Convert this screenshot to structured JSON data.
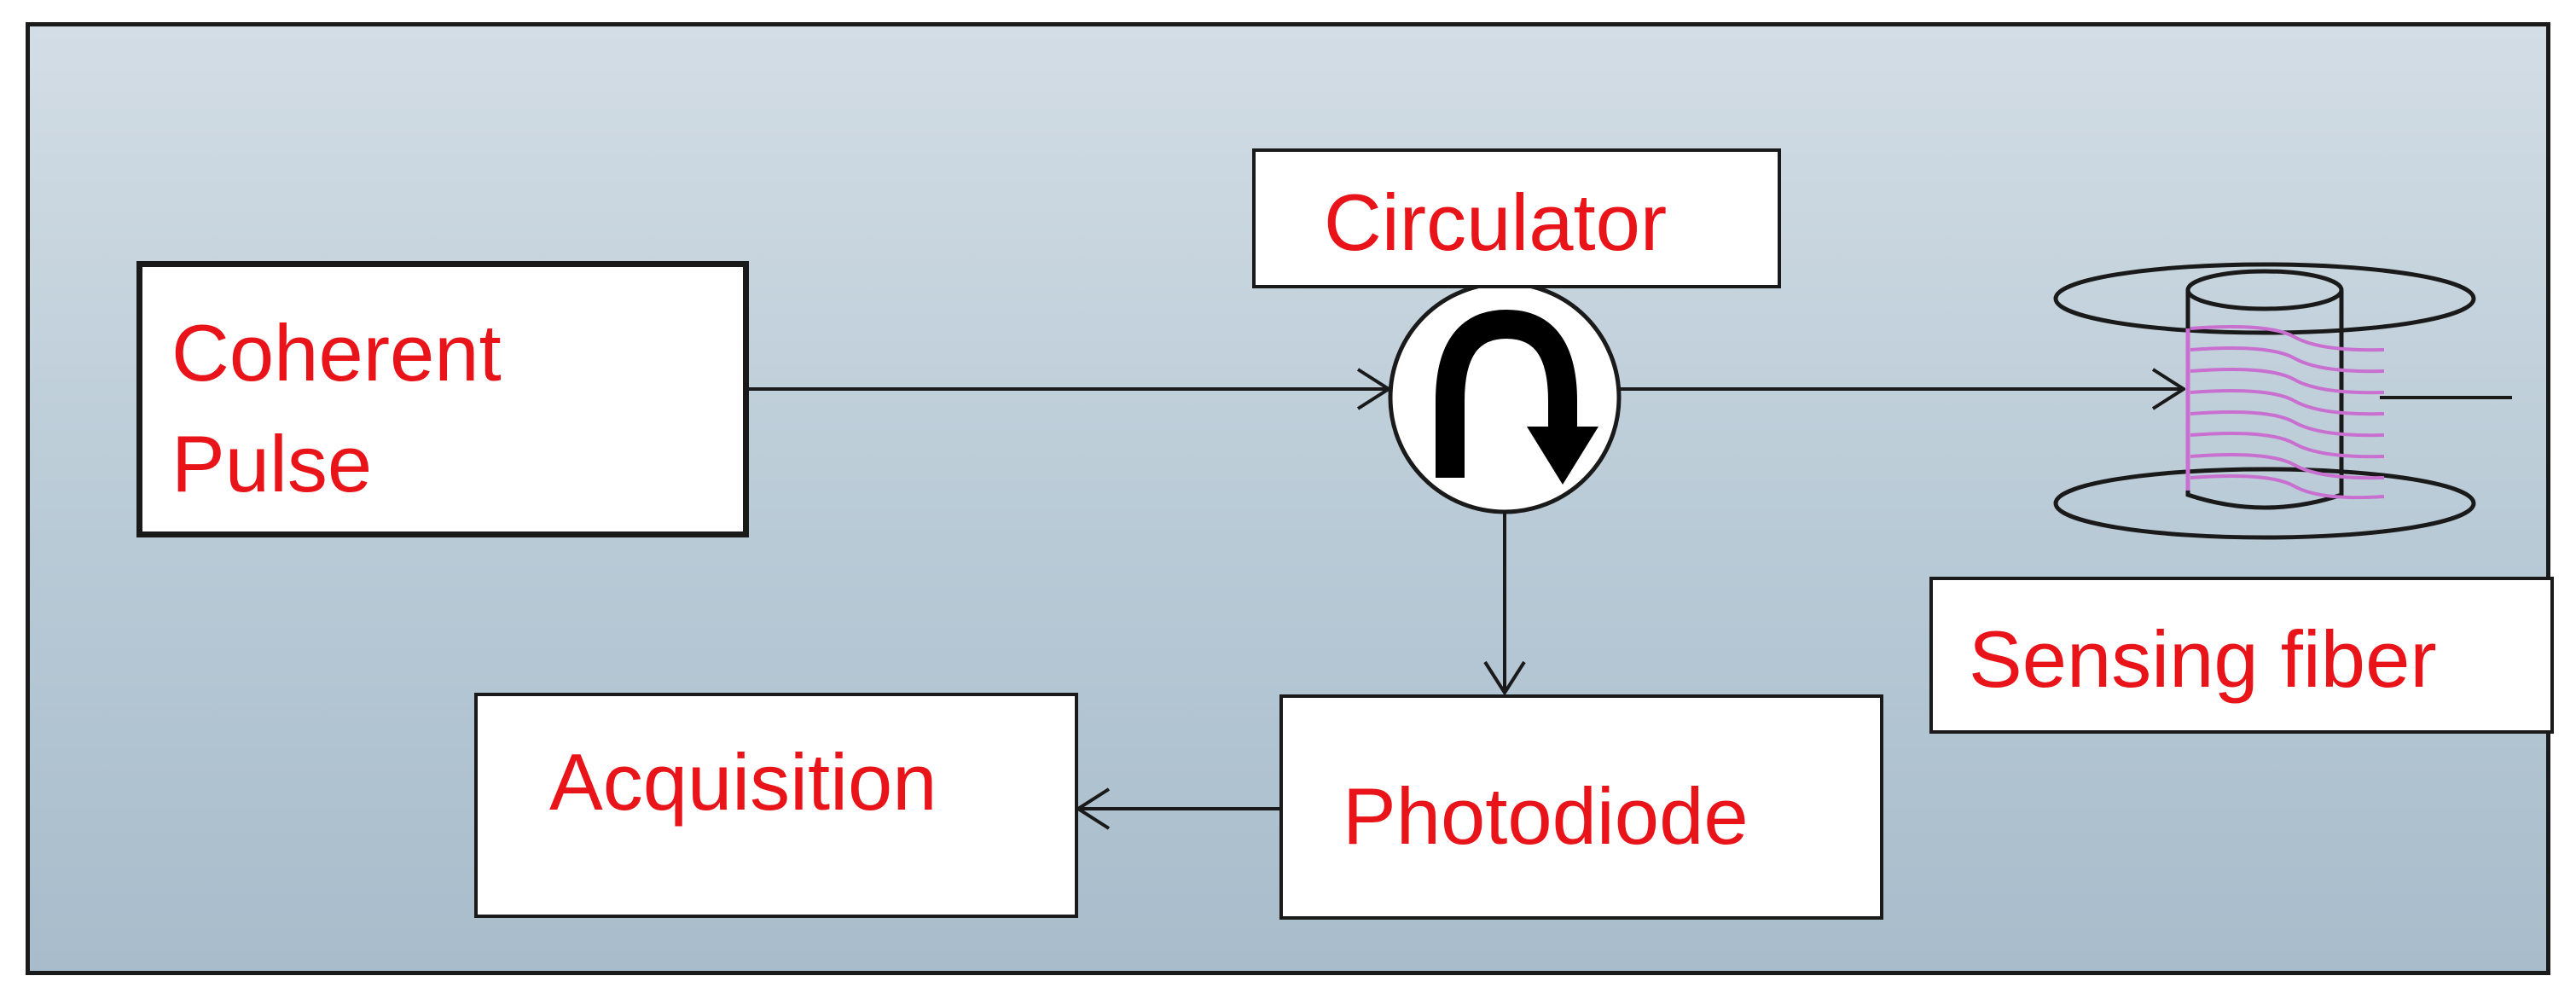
{
  "diagram": {
    "nodes": {
      "source": {
        "line1": "Coherent",
        "line2": "Pulse"
      },
      "circulator": {
        "label": "Circulator"
      },
      "fiber": {
        "label": "Sensing fiber"
      },
      "photodiode": {
        "label": "Photodiode"
      },
      "acquisition": {
        "label": "Acquisition"
      }
    },
    "colors": {
      "label_text": "#e8141a",
      "fiber_winding": "#c86fd0",
      "background_top": "#d3dde5",
      "background_bottom": "#a8bccb",
      "lines": "#1a1a1a"
    },
    "icons": [
      "circulator-arrow-icon",
      "fiber-spool-icon"
    ],
    "connections": [
      {
        "from": "Coherent Pulse",
        "to": "Circulator"
      },
      {
        "from": "Circulator",
        "to": "Sensing fiber"
      },
      {
        "from": "Circulator",
        "to": "Photodiode"
      },
      {
        "from": "Photodiode",
        "to": "Acquisition"
      }
    ]
  }
}
